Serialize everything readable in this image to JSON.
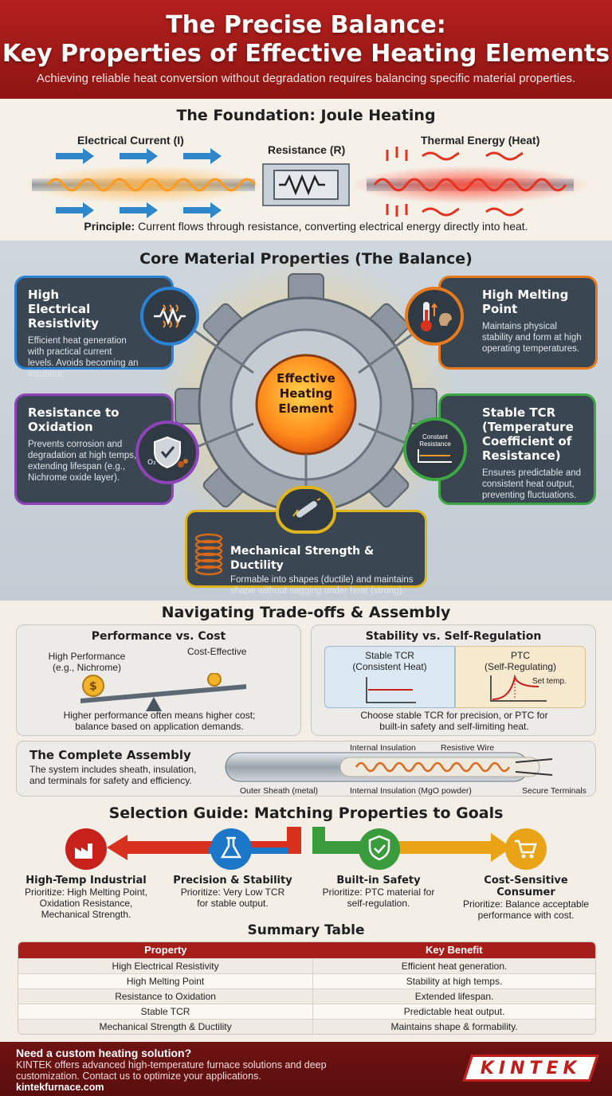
{
  "header": {
    "title_line1": "The Precise Balance:",
    "title_line2": "Key Properties of Effective Heating Elements",
    "subtitle": "Achieving reliable heat conversion without degradation requires balancing specific material properties."
  },
  "joule": {
    "title": "The Foundation: Joule Heating",
    "current_label": "Electrical Current (I)",
    "resistance_label": "Resistance (R)",
    "heat_label": "Thermal Energy (Heat)",
    "principle_bold": "Principle:",
    "principle_text": " Current flows through resistance, converting electrical energy directly into heat."
  },
  "core": {
    "title": "Core Material Properties (The Balance)",
    "center_label_1": "Effective",
    "center_label_2": "Heating",
    "center_label_3": "Element",
    "resistivity": {
      "title": "High Electrical Resistivity",
      "text": "Efficient heat generation with practical current levels. Avoids becoming an insulator."
    },
    "melting": {
      "title": "High Melting Point",
      "text": "Maintains physical stability and form at high operating temperatures."
    },
    "oxidation": {
      "title": "Resistance to Oxidation",
      "text": "Prevents corrosion and degradation at high temps, extending lifespan (e.g., Nichrome oxide layer)."
    },
    "tcr": {
      "title": "Stable TCR (Temperature Coefficient of Resistance)",
      "text": "Ensures predictable and consistent heat output, preventing fluctuations.",
      "icon_text_1": "Constant",
      "icon_text_2": "Resistance"
    },
    "mechanical": {
      "title": "Mechanical Strength & Ductility",
      "text": "Formable into shapes (ductile) and maintains shape without sagging under heat (strong)."
    }
  },
  "trade": {
    "title": "Navigating Trade-offs & Assembly",
    "perf": {
      "title": "Performance vs. Cost",
      "high_label_1": "High Performance",
      "high_label_2": "(e.g., Nichrome)",
      "cost_label": "Cost-Effective",
      "text_1": "Higher performance often means higher cost;",
      "text_2": "balance based on application demands."
    },
    "stab": {
      "title": "Stability vs. Self-Regulation",
      "stable_1": "Stable TCR",
      "stable_2": "(Consistent Heat)",
      "ptc_1": "PTC",
      "ptc_2": "(Self-Regulating)",
      "set_temp": "Set temp.",
      "text_1": "Choose stable TCR for precision, or PTC for",
      "text_2": "built-in safety and self-limiting heat."
    },
    "assembly": {
      "title": "The Complete Assembly",
      "text_1": "The system includes sheath, insulation,",
      "text_2": "and terminals for safety and efficiency.",
      "internal_insulation_top": "Internal Insulation",
      "resistive_wire": "Resistive Wire",
      "outer_sheath": "Outer Sheath (metal)",
      "internal_insulation_bottom": "Internal Insulation (MgO powder)",
      "secure_terminals": "Secure Terminals"
    }
  },
  "guide": {
    "title": "Selection Guide: Matching Properties to Goals",
    "items": [
      {
        "title": "High-Temp Industrial",
        "text_1": "Prioritize: High Melting Point,",
        "text_2": "Oxidation Resistance,",
        "text_3": "Mechanical Strength.",
        "color": "#c8211c",
        "icon": "factory-icon"
      },
      {
        "title": "Precision & Stability",
        "text_1": "Prioritize: Very Low TCR",
        "text_2": "for stable output.",
        "text_3": "",
        "color": "#1c77c8",
        "icon": "flask-icon"
      },
      {
        "title": "Built-in Safety",
        "text_1": "Prioritize: PTC material for",
        "text_2": "self-regulation.",
        "text_3": "",
        "color": "#3a9b3c",
        "icon": "shield-check-icon"
      },
      {
        "title": "Cost-Sensitive Consumer",
        "text_1": "Prioritize: Balance acceptable",
        "text_2": "performance with cost.",
        "text_3": "",
        "color": "#e8a316",
        "icon": "cart-icon"
      }
    ]
  },
  "summary": {
    "title": "Summary Table",
    "headers": [
      "Property",
      "Key Benefit"
    ],
    "rows": [
      [
        "High Electrical Resistivity",
        "Efficient heat generation."
      ],
      [
        "High Melting Point",
        "Stability at high temps."
      ],
      [
        "Resistance to Oxidation",
        "Extended lifespan."
      ],
      [
        "Stable TCR",
        "Predictable heat output."
      ],
      [
        "Mechanical Strength & Ductility",
        "Maintains shape & formability."
      ]
    ]
  },
  "footer": {
    "question": "Need a custom heating solution?",
    "text_1": "KINTEK offers advanced high-temperature furnace solutions and deep",
    "text_2": "customization. Contact us to optimize your applications.",
    "url": "kintekfurnace.com",
    "logo": "KINTEK"
  }
}
